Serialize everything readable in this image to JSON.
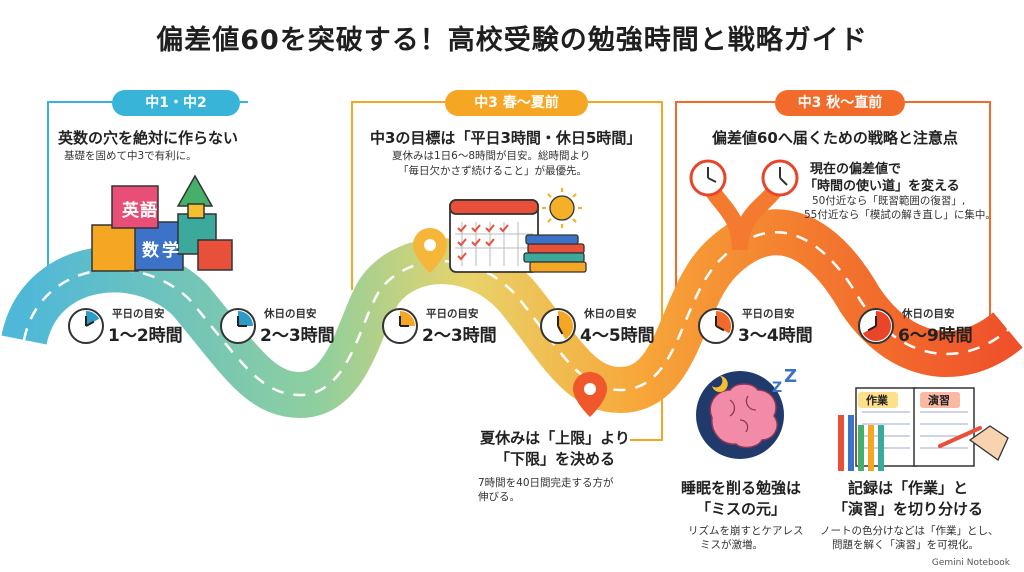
{
  "title": "偏差値60を突破する！高校受験の勉強時間と戦略ガイド",
  "phases": [
    {
      "label": "中1・中2",
      "heading": "英数の穴を絶対に作らない",
      "sub": "基礎を固めて中3で有利に。",
      "color": "#37B4D8",
      "block_labels": [
        "英",
        "語",
        "数",
        "学"
      ]
    },
    {
      "label": "中3 春〜夏前",
      "heading": "中3の目標は「平日3時間・休日5時間」",
      "sub_lines": [
        "夏休みは1日6〜8時間が目安。総時間より",
        "「毎日欠かさず続けること」が最優先。"
      ],
      "color": "#F5A623"
    },
    {
      "label": "中3 秋〜直前",
      "heading": "偏差値60へ届くための戦略と注意点",
      "color": "#F26B2A",
      "note_lines": [
        "現在の偏差値で",
        "「時間の使い道」を変える"
      ],
      "note_small": [
        "50付近なら「既習範囲の復習」,",
        "55付近なら「模試の解き直し」に集中。"
      ]
    }
  ],
  "clocks": [
    {
      "label": "平日の目安",
      "value": "1〜2時間",
      "fill": 0.17,
      "color": "#2E9AC8"
    },
    {
      "label": "休日の目安",
      "value": "2〜3時間",
      "fill": 0.25,
      "color": "#2E9AC8"
    },
    {
      "label": "平日の目安",
      "value": "2〜3時間",
      "fill": 0.25,
      "color": "#F5A623"
    },
    {
      "label": "休日の目安",
      "value": "4〜5時間",
      "fill": 0.42,
      "color": "#F5A623"
    },
    {
      "label": "平日の目安",
      "value": "3〜4時間",
      "fill": 0.33,
      "color": "#F26B2A"
    },
    {
      "label": "休日の目安",
      "value": "6〜9時間",
      "fill": 0.67,
      "color": "#E8452A"
    }
  ],
  "callouts": {
    "summer": {
      "heading_lines": [
        "夏休みは「上限」より",
        "「下限」を決める"
      ],
      "sub_lines": [
        "7時間を40日間完走する方が",
        "伸びる。"
      ]
    },
    "sleep": {
      "heading_lines": [
        "睡眠を削る勉強は",
        "「ミスの元」"
      ],
      "sub_lines": [
        "リズムを崩すとケアレス",
        "ミスが激増。"
      ]
    },
    "record": {
      "heading_lines": [
        "記録は「作業」と",
        "「演習」を切り分ける"
      ],
      "sub_lines": [
        "ノートの色分けなどは「作業」とし、",
        "問題を解く「演習」を可視化。"
      ],
      "notebook_labels": [
        "作業",
        "演習"
      ]
    }
  },
  "credit": "Gemini Notebook",
  "colors": {
    "blue": "#37B4D8",
    "yellow": "#F5A623",
    "orange": "#F26B2A",
    "red": "#E8452A"
  }
}
